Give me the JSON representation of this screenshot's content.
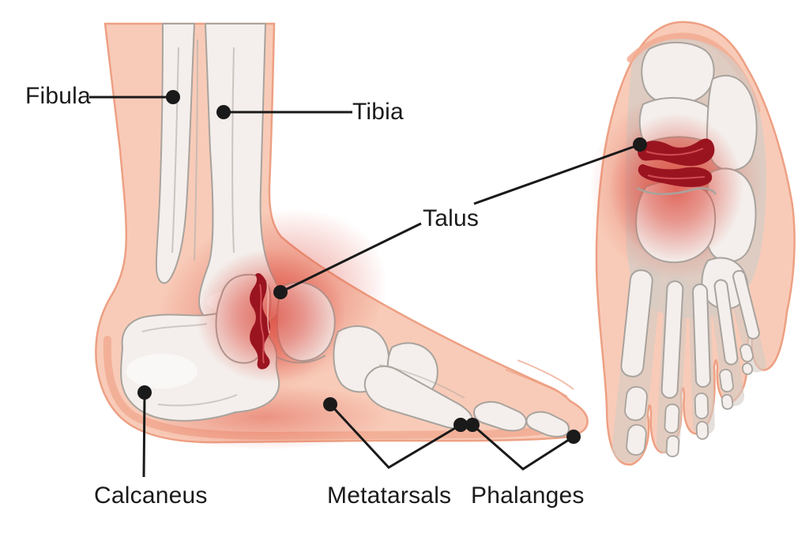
{
  "labels": {
    "fibula": "Fibula",
    "tibia": "Tibia",
    "talus": "Talus",
    "calcaneus": "Calcaneus",
    "metatarsals": "Metatarsals",
    "phalanges": "Phalanges"
  },
  "colors": {
    "background": "#ffffff",
    "skin": "#f8cbb8",
    "skin_outline": "#eda083",
    "skin_shadow": "#f2ab92",
    "bone": "#f4efec",
    "bone_shadow": "#d5ccc5",
    "bone_outline": "#a8a39d",
    "bone_detail": "#b9b4ae",
    "inflammation": "#dd4f42",
    "injury_dark": "#9a1420",
    "injury_mid": "#d14b52",
    "injury_highlight": "#f2b0ac",
    "label_text": "#1a1a1a",
    "leader_line": "#1a1a1a"
  }
}
